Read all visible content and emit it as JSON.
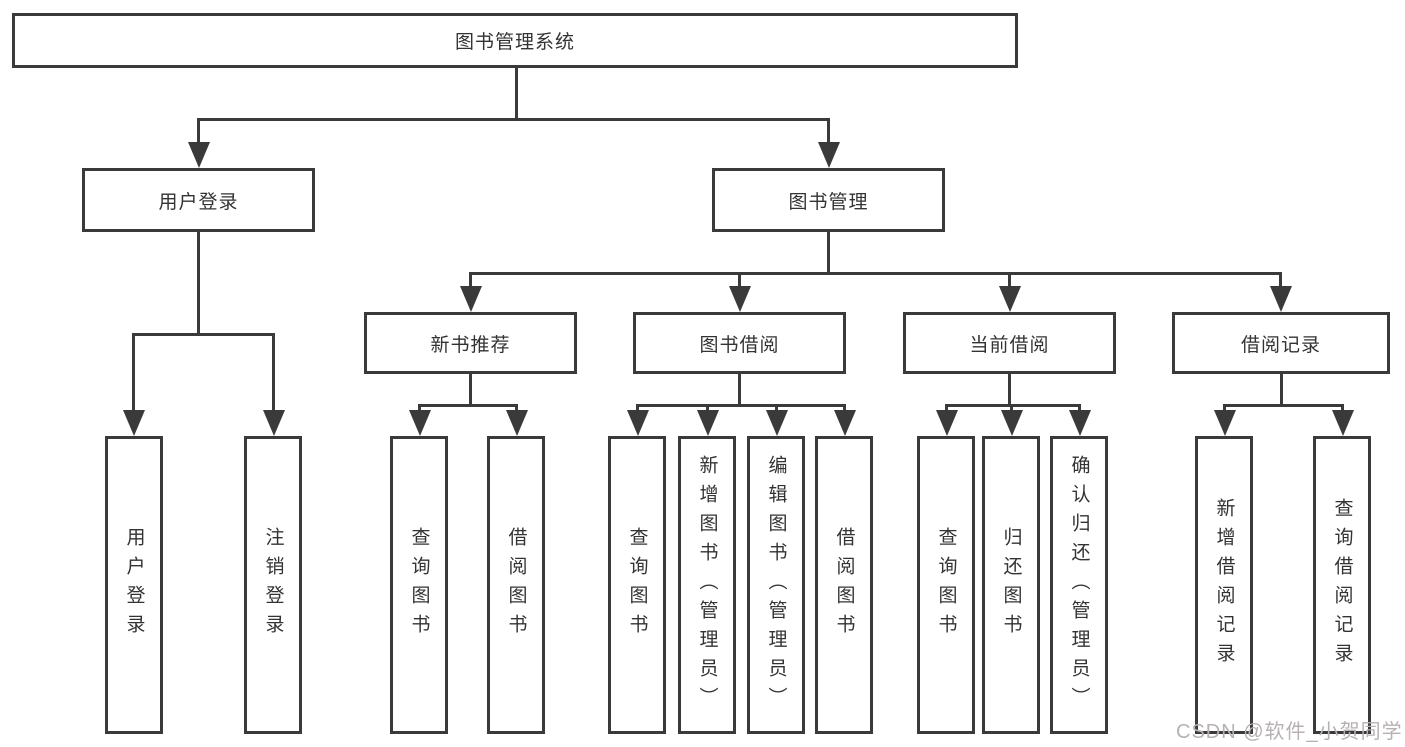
{
  "diagram_title": "图书管理系统",
  "tree": {
    "label": "图书管理系统",
    "children": [
      {
        "label": "用户登录",
        "children": [
          {
            "label": "用户登录"
          },
          {
            "label": "注销登录"
          }
        ]
      },
      {
        "label": "图书管理",
        "children": [
          {
            "label": "新书推荐",
            "children": [
              {
                "label": "查询图书"
              },
              {
                "label": "借阅图书"
              }
            ]
          },
          {
            "label": "图书借阅",
            "children": [
              {
                "label": "查询图书"
              },
              {
                "label": "新增图书（管理员）"
              },
              {
                "label": "编辑图书（管理员）"
              },
              {
                "label": "借阅图书"
              }
            ]
          },
          {
            "label": "当前借阅",
            "children": [
              {
                "label": "查询图书"
              },
              {
                "label": "归还图书"
              },
              {
                "label": "确认归还（管理员）"
              }
            ]
          },
          {
            "label": "借阅记录",
            "children": [
              {
                "label": "新增借阅记录"
              },
              {
                "label": "查询借阅记录"
              }
            ]
          }
        ]
      }
    ]
  },
  "watermark": "CSDN @软件_小贺同学",
  "colors": {
    "line": "#3a3a3a",
    "text": "#333333",
    "watermark": "#b7b1b1",
    "background": "#ffffff"
  }
}
